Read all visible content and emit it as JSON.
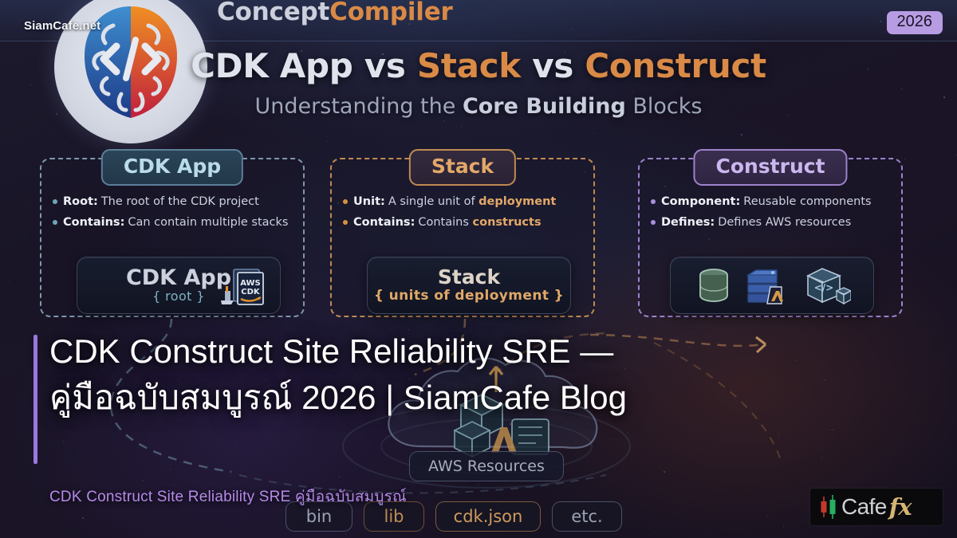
{
  "brand": {
    "watermark": "SiamCafe.net",
    "name_part1": "Concept",
    "name_part2": "Compiler",
    "year_badge": "2026",
    "logo_icon": "brain-code-logo"
  },
  "header": {
    "title_part1": "CDK App vs ",
    "title_part2": "Stack",
    "title_part3": " vs ",
    "title_part4": "Construct",
    "subtitle_pre": "Understanding the ",
    "subtitle_hi": "Core Building",
    "subtitle_post": " Blocks"
  },
  "cards": [
    {
      "id": "cdk-app",
      "heading": "CDK App",
      "accent": "#5b7f98",
      "bullets": [
        {
          "key": "Root:",
          "value": "The root of the CDK project"
        },
        {
          "key": "Contains:",
          "value": "Can contain multiple stacks"
        }
      ],
      "viz_title": "CDK App",
      "viz_sub": "{ root }",
      "viz_icon": "aws-cdk-logo"
    },
    {
      "id": "stack",
      "heading": "Stack",
      "accent": "#c08a52",
      "bullets": [
        {
          "key": "Unit:",
          "value": "A single unit of ",
          "emphasis": "deployment"
        },
        {
          "key": "Contains:",
          "value": "Contains ",
          "emphasis": "constructs"
        }
      ],
      "viz_title": "Stack",
      "viz_sub": "{ units of deployment }"
    },
    {
      "id": "construct",
      "heading": "Construct",
      "accent": "#9d82cc",
      "bullets": [
        {
          "key": "Component:",
          "value": "Reusable components"
        },
        {
          "key": "Defines:",
          "value": "Defines AWS resources"
        }
      ],
      "viz_icons": [
        "database-cylinder-icon",
        "server-stack-lambda-icon",
        "code-cube-icon"
      ]
    }
  ],
  "diagram": {
    "cloud_label": "AWS Resources",
    "cloud_icon": "aws-cloud-icon",
    "file_pills": [
      "bin",
      "lib",
      "cdk.json",
      "etc."
    ]
  },
  "overlay": {
    "title": "CDK Construct Site Reliability SRE — คู่มือฉบับสมบูรณ์ 2026 | SiamCafe Blog",
    "subtitle": "CDK Construct Site Reliability SRE คู่มือฉบับสมบูรณ์",
    "accent_color": "#9a79e0"
  },
  "footer_logo": {
    "text": "Cafe",
    "italic": "fx",
    "icon": "candlestick-chart-icon"
  }
}
